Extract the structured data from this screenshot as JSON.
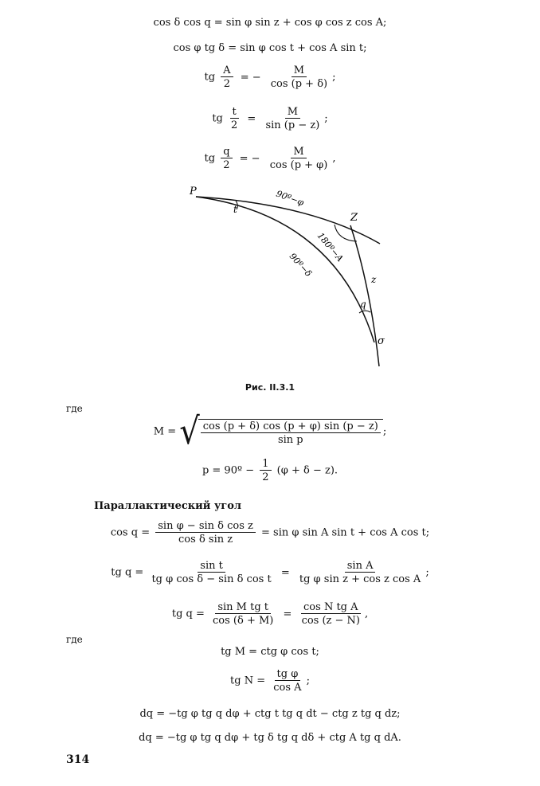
{
  "equations": {
    "e1": "cos δ cos q = sin φ sin z + cos φ cos z cos A;",
    "e2": "cos φ tg δ = sin φ cos t + cos A sin t;",
    "e3": {
      "lhs": "tg",
      "lnum": "A",
      "lden": "2",
      "eq": "= −",
      "num": "M",
      "den": "cos (p + δ)",
      "end": ";"
    },
    "e4": {
      "lhs": "tg",
      "lnum": "t",
      "lden": "2",
      "eq": "=",
      "num": "M",
      "den": "sin (p − z)",
      "end": ";"
    },
    "e5": {
      "lhs": "tg",
      "lnum": "q",
      "lden": "2",
      "eq": "= −",
      "num": "M",
      "den": "cos (p + φ)",
      "end": ","
    },
    "m_def": {
      "lhs": "M =",
      "num": "cos (p + δ) cos (p + φ) sin (p − z)",
      "den": "sin p",
      "end": ";"
    },
    "p_def": {
      "lhs": "p = 90º −",
      "num": "1",
      "den": "2",
      "rhs": "(φ + δ − z)."
    },
    "cosq": {
      "lhs": "cos q =",
      "num": "sin φ − sin δ cos z",
      "den": "cos δ sin z",
      "rhs": "= sin φ sin A sin t + cos A cos t;"
    },
    "tgq1": {
      "lhs": "tg q =",
      "num1": "sin t",
      "den1": "tg φ cos δ − sin δ cos t",
      "eq": "=",
      "num2": "sin A",
      "den2": "tg φ sin z + cos z cos A",
      "end": ";"
    },
    "tgq2": {
      "lhs": "tg q =",
      "num1": "sin M tg t",
      "den1": "cos (δ + M)",
      "eq": "=",
      "num2": "cos N tg A",
      "den2": "cos (z − N)",
      "end": ","
    },
    "tgM": "tg M = ctg φ cos t;",
    "tgN": {
      "lhs": "tg N =",
      "num": "tg φ",
      "den": "cos A",
      "end": ";"
    },
    "dq1": "dq = −tg φ tg q dφ + ctg t tg q dt − ctg z tg q dz;",
    "dq2": "dq = −tg φ tg q dφ + tg δ tg q dδ + ctg A tg q dA."
  },
  "diagram": {
    "label_p": "P",
    "label_z": "Z",
    "label_sigma": "σ",
    "label_t": "t",
    "label_arc_pz": "90º−φ",
    "label_arc_zs_angle": "180º−A",
    "label_arc_ps": "90º−δ",
    "label_z_side": "z",
    "label_q": "q"
  },
  "caption": "Рис. II.3.1",
  "where_1": "где",
  "where_2": "где",
  "section_heading": "Параллактический угол",
  "page_number": "314"
}
